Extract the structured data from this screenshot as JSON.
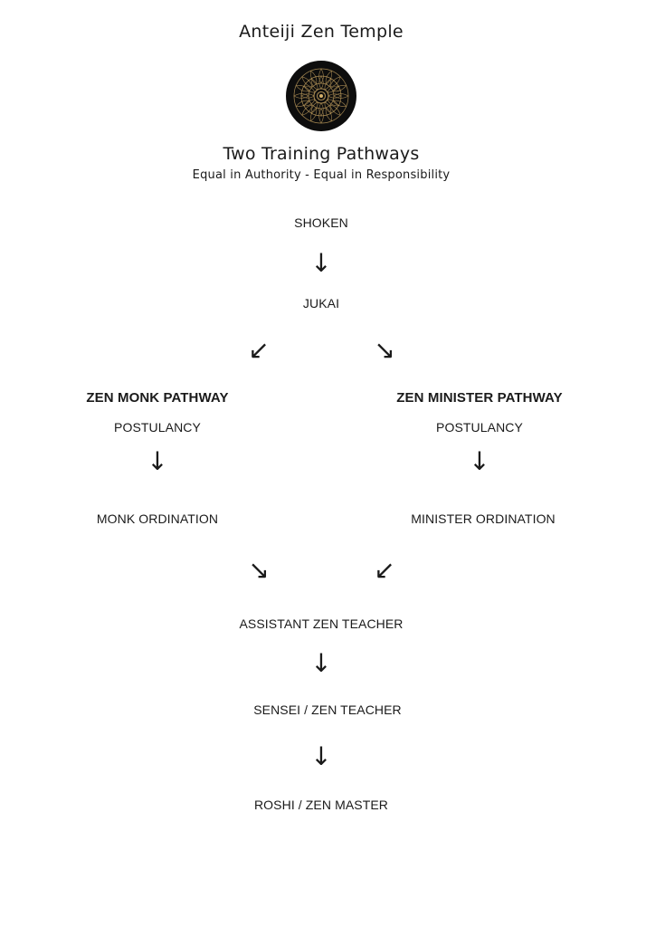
{
  "temple_name": "Anteiji Zen Temple",
  "logo": {
    "icon": "mandala-logo-icon",
    "colors": {
      "background": "#0d0d0d",
      "ornament": "#b8975a"
    }
  },
  "heading": "Two Training Pathways",
  "tagline": "Equal in Authority - Equal in Responsibility",
  "steps": {
    "shoken": "SHOKEN",
    "jukai": "JUKAI",
    "assistant_teacher": "ASSISTANT ZEN TEACHER",
    "sensei": "SENSEI / ZEN TEACHER",
    "roshi": "ROSHI / ZEN MASTER"
  },
  "monk_pathway": {
    "title": "ZEN MONK PATHWAY",
    "postulancy": "POSTULANCY",
    "ordination": "MONK ORDINATION"
  },
  "minister_pathway": {
    "title": "ZEN MINISTER PATHWAY",
    "postulancy": "POSTULANCY",
    "ordination": "MINISTER ORDINATION"
  },
  "arrows": {
    "down": "↓",
    "down_left": "↙",
    "down_right": "↘"
  }
}
